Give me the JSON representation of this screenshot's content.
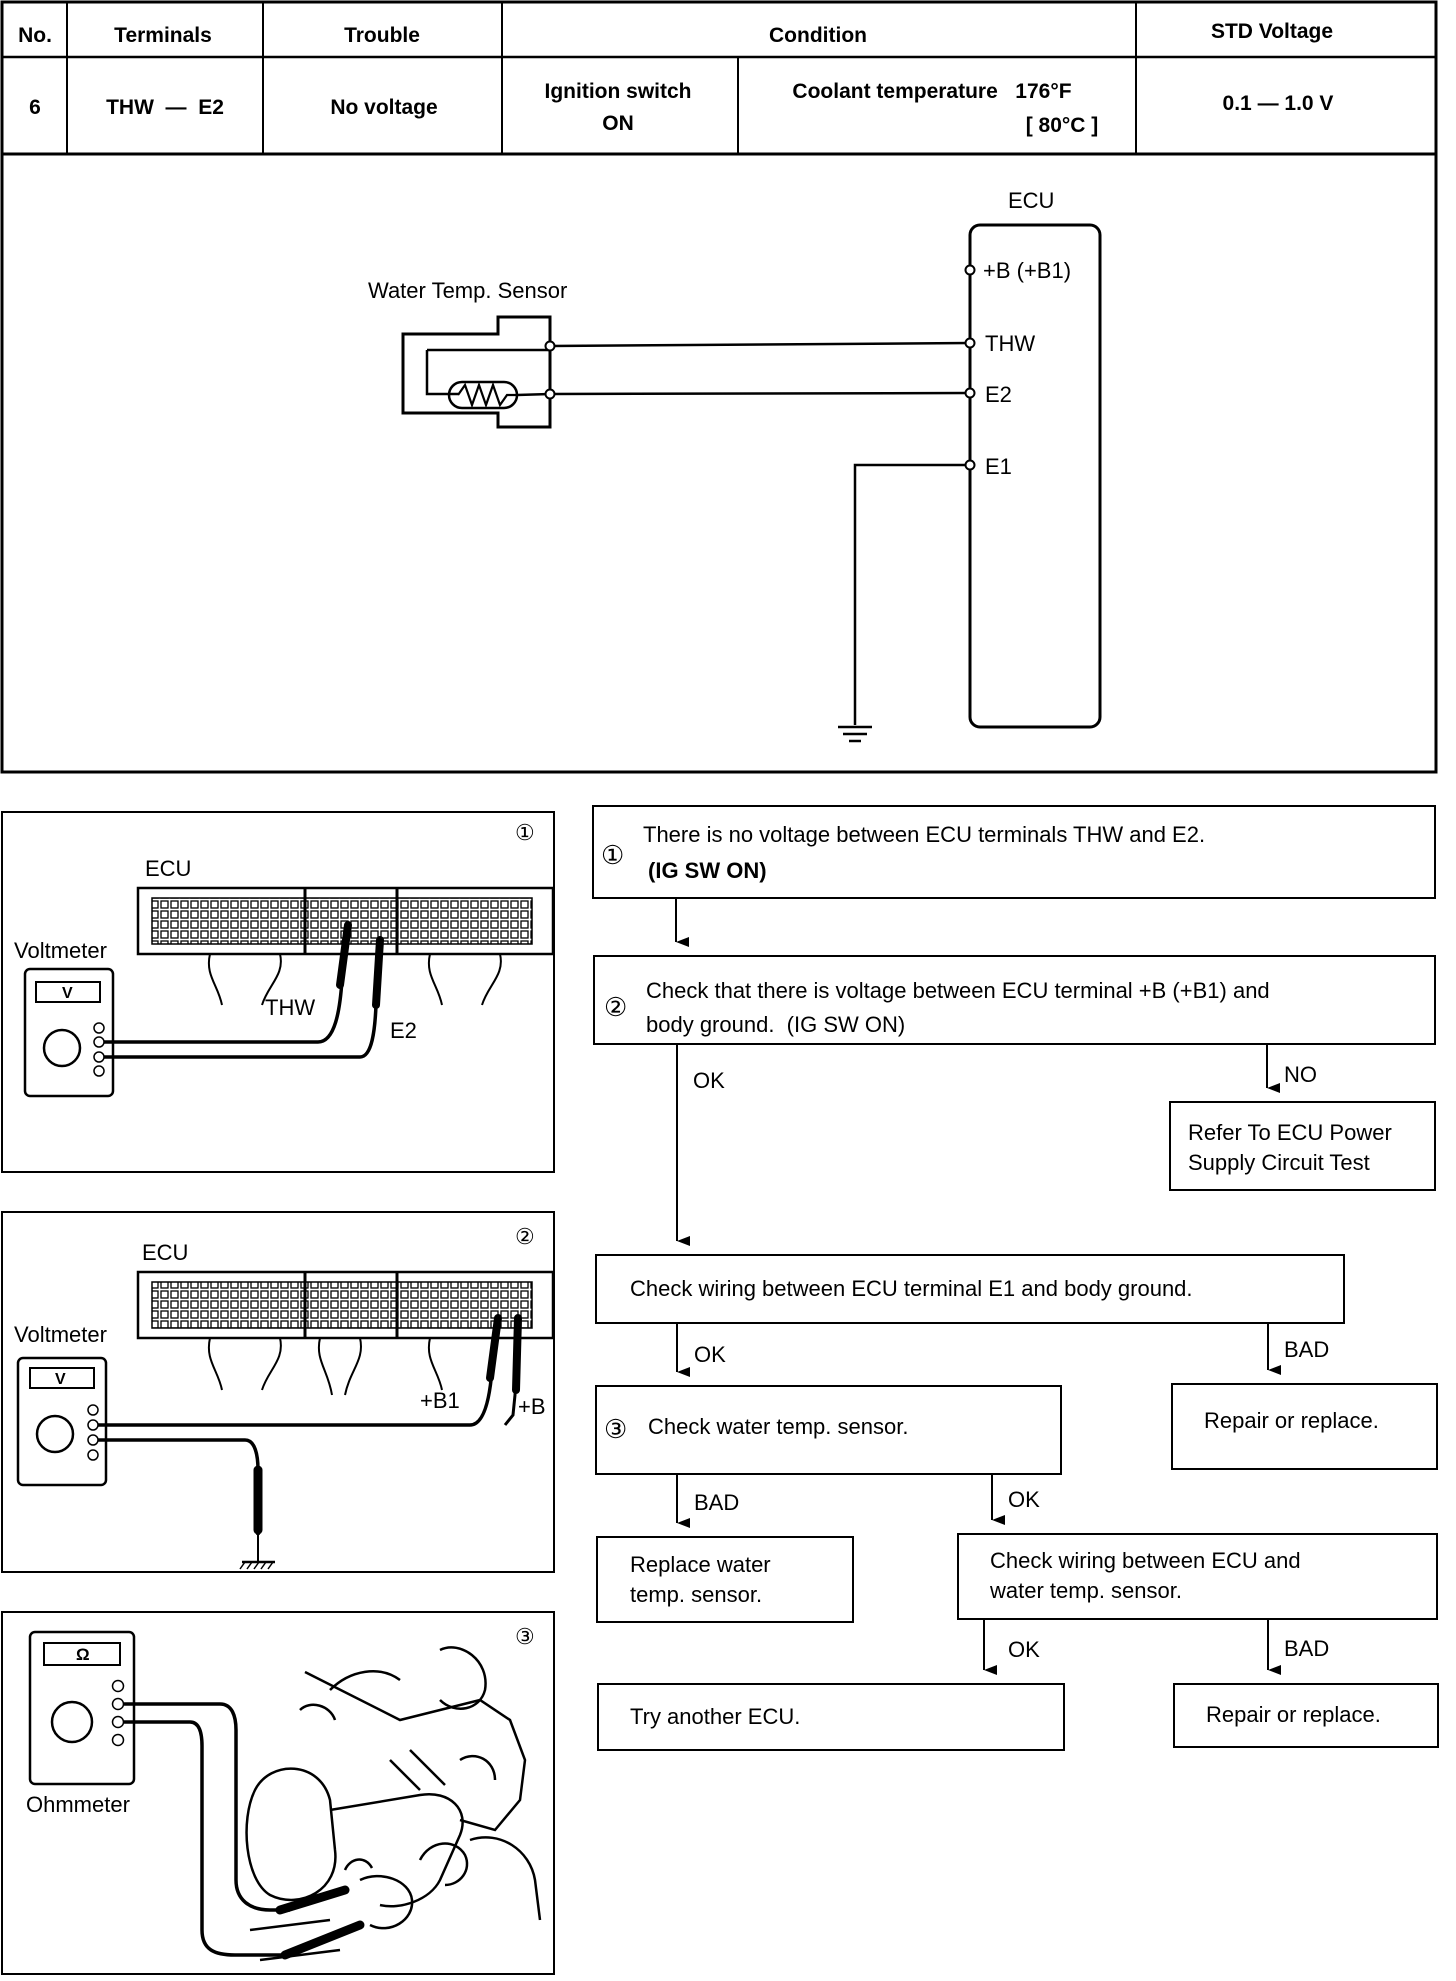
{
  "table": {
    "headers": {
      "no": "No.",
      "terminals": "Terminals",
      "trouble": "Trouble",
      "condition": "Condition",
      "std": "STD Voltage"
    },
    "row": {
      "no": "6",
      "terminals": "THW  —  E2",
      "trouble": "No voltage",
      "cond1_line1": "Ignition switch",
      "cond1_line2": "ON",
      "cond2_line1": "Coolant temperature   176°F",
      "cond2_line2": "[ 80°C ]",
      "std": "0.1 — 1.0 V"
    }
  },
  "circuit": {
    "ecu_title": "ECU",
    "sensor_label": "Water Temp. Sensor",
    "terminals": [
      "+B (+B1)",
      "THW",
      "E2",
      "E1"
    ]
  },
  "illustrations": {
    "p1": {
      "num": "①",
      "ecu": "ECU",
      "meter": "Voltmeter",
      "meter_symbol": "V",
      "probe1": "THW",
      "probe2": "E2"
    },
    "p2": {
      "num": "②",
      "ecu": "ECU",
      "meter": "Voltmeter",
      "meter_symbol": "V",
      "probe1": "+B1",
      "probe2": "+B"
    },
    "p3": {
      "num": "③",
      "meter": "Ohmmeter",
      "meter_symbol": "Ω"
    }
  },
  "flowchart": {
    "step1_num": "①",
    "step1_l1": "There is no voltage between ECU terminals THW and E2.",
    "step1_l2": "(IG SW ON)",
    "step2_num": "②",
    "step2_l1": "Check that there is voltage between ECU terminal +B (+B1) and",
    "step2_l2": "body ground.  (IG SW ON)",
    "ok_1": "OK",
    "no_1": "NO",
    "refer_l1": "Refer To ECU Power",
    "refer_l2": "Supply Circuit Test",
    "check_e1": "Check wiring between ECU terminal E1 and body ground.",
    "ok_2": "OK",
    "bad_1": "BAD",
    "repair_1": "Repair or replace.",
    "step3_num": "③",
    "step3": "Check water temp. sensor.",
    "bad_2": "BAD",
    "ok_3": "OK",
    "replace_l1": "Replace water",
    "replace_l2": "temp. sensor.",
    "check_wiring_l1": "Check wiring between ECU and",
    "check_wiring_l2": "water temp. sensor.",
    "ok_4": "OK",
    "bad_3": "BAD",
    "try_ecu": "Try another ECU.",
    "repair_2": "Repair or replace."
  }
}
